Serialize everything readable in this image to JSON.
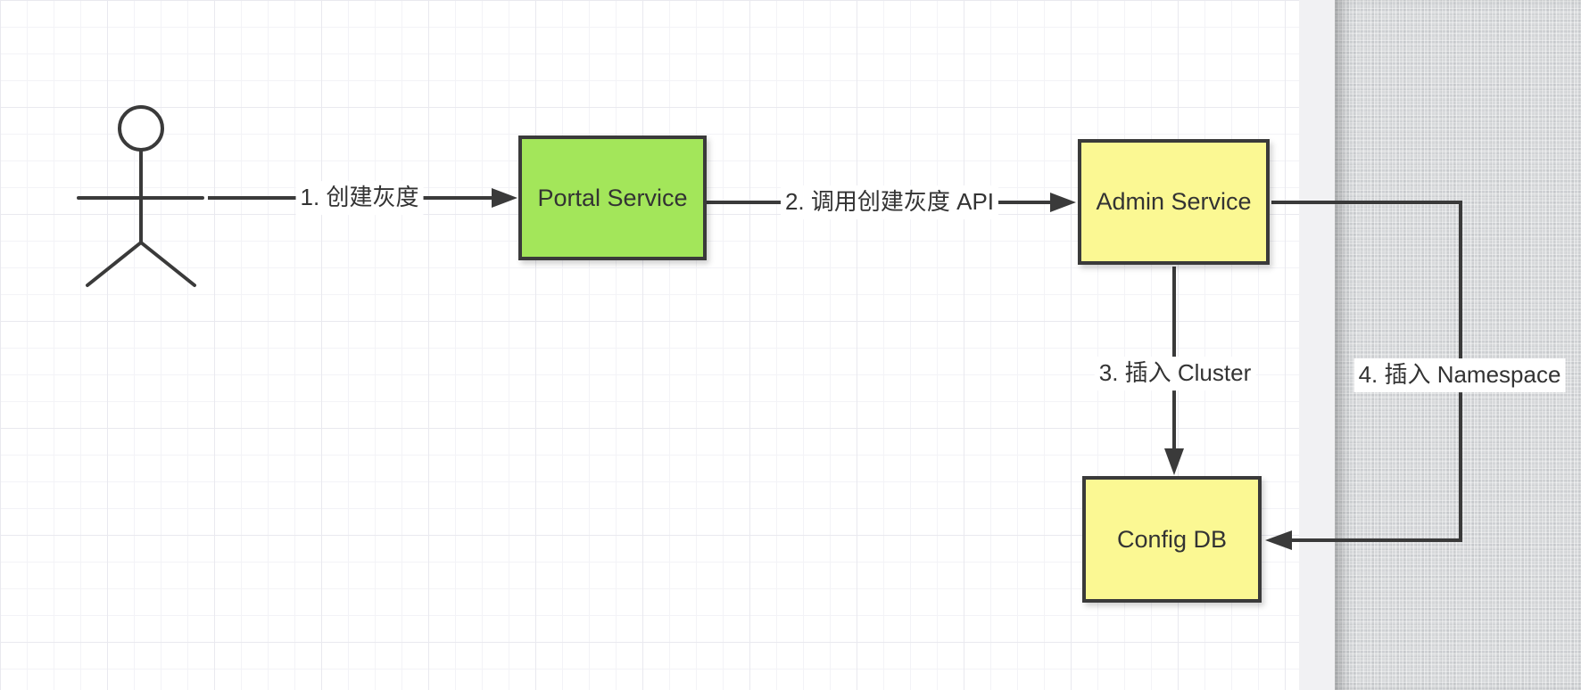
{
  "diagram": {
    "actor": {
      "shape": "stick-figure"
    },
    "nodes": {
      "portal": {
        "label": "Portal Service",
        "fill": "#a3e65a"
      },
      "admin": {
        "label": "Admin Service",
        "fill": "#fbf893"
      },
      "configdb": {
        "label": "Config DB",
        "fill": "#fbf893"
      }
    },
    "edges": {
      "e1": {
        "label": "1. 创建灰度",
        "from": "actor",
        "to": "portal"
      },
      "e2": {
        "label": "2. 调用创建灰度 API",
        "from": "portal",
        "to": "admin"
      },
      "e3": {
        "label": "3. 插入 Cluster",
        "from": "admin",
        "to": "configdb"
      },
      "e4": {
        "label": "4. 插入 Namespace",
        "from": "admin",
        "to": "configdb"
      }
    }
  },
  "colors": {
    "stroke": "#3a3a3a",
    "node_green": "#a3e65a",
    "node_yellow": "#fbf893",
    "canvas_bg": "#ffffff",
    "grid_minor": "#f3f3f7",
    "grid_major": "#e9e9ef",
    "page_strip_bg": "#f1f1f3",
    "offcanvas_bg": "#d8dadc",
    "label_text": "#333333"
  }
}
